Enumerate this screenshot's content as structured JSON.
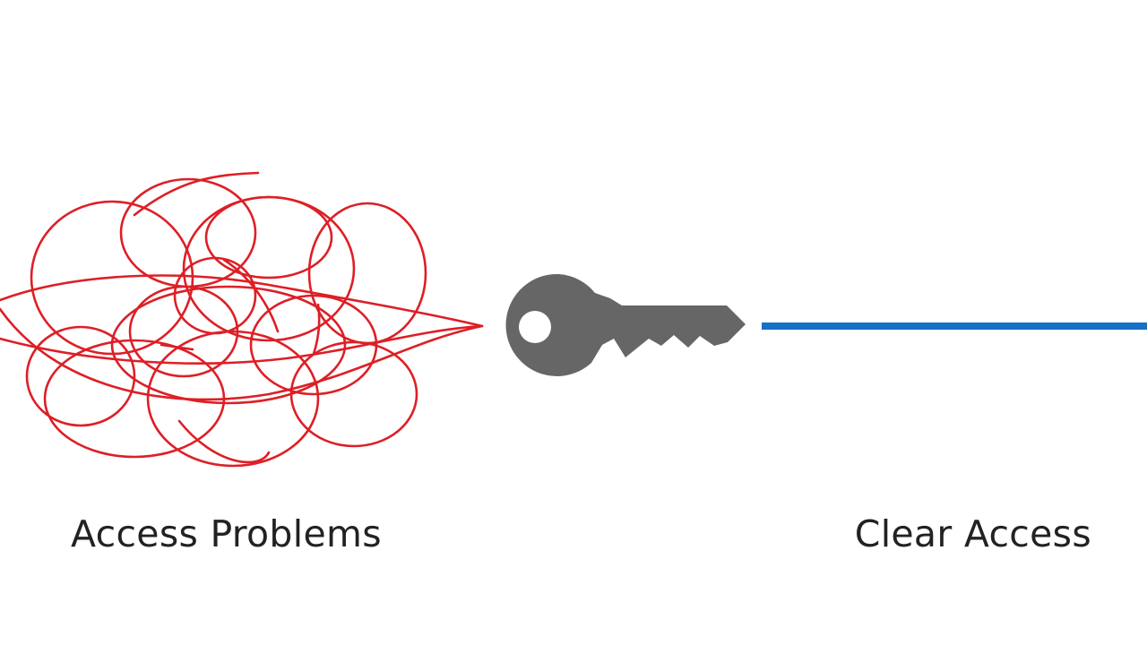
{
  "labels": {
    "left": "Access Problems",
    "right": "Clear Access"
  },
  "colors": {
    "tangle": "#dd1f26",
    "key": "#666666",
    "line": "#1570c8",
    "text": "#222222",
    "background": "#ffffff"
  },
  "icons": {
    "tangle": "tangled-scribble",
    "key": "key-icon",
    "line": "straight-line"
  }
}
